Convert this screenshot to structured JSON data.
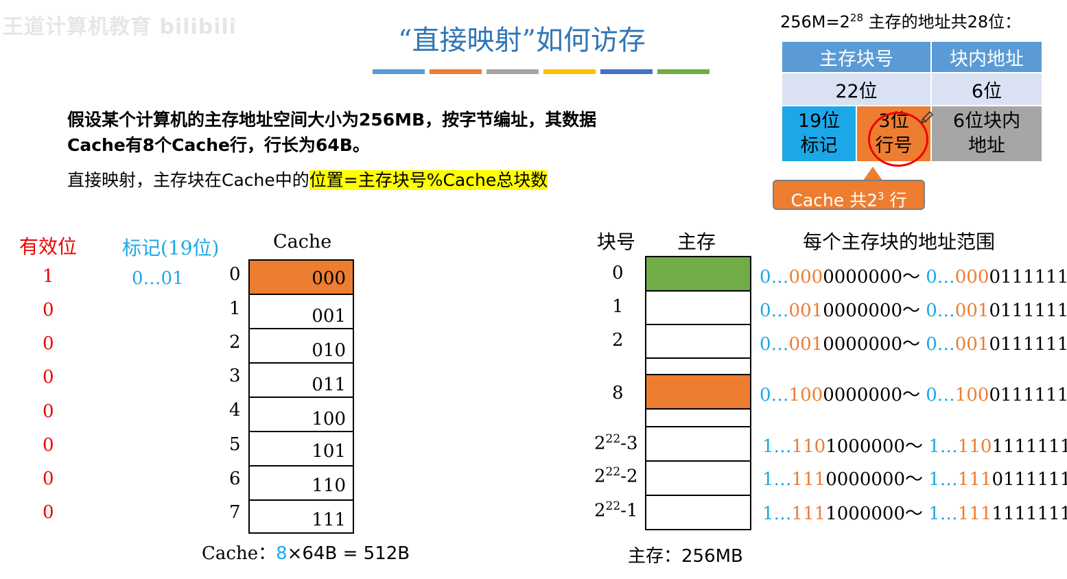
{
  "watermark": "王道计算机教育 bilibili",
  "title": "“直接映射”如何访存",
  "colors": {
    "blue": "#1ca8e8",
    "orange": "#ed7d31",
    "green": "#70ad47",
    "red": "#ee0000",
    "header_blue": "#5b9bd5",
    "highlight": "#ffff00",
    "title_bars": [
      "#5b9bd5",
      "#ed7d31",
      "#a5a5a5",
      "#ffc000",
      "#4472c4",
      "#70ad47"
    ]
  },
  "intro": {
    "line1": "假设某个计算机的主存地址空间大小为256MB，按字节编址，其数据Cache有8个Cache行，行长为64B。",
    "line2_prefix": "直接映射，主存块在Cache中的",
    "line2_highlight": "位置=主存块号%Cache总块数"
  },
  "address": {
    "head_a": "256M=2",
    "head_exp": "28",
    "head_b": " 主存的地址共28位：",
    "hdr_block": "主存块号",
    "hdr_offset": "块内地址",
    "bits_block": "22位",
    "bits_offset": "6位",
    "tag_l1": "19位",
    "tag_l2": "标记",
    "row_l1": "3位",
    "row_l2": "行号",
    "off_l1": "6位块内",
    "off_l2": "地址",
    "callout_a": "Cache 共2",
    "callout_exp": "3",
    "callout_b": " 行",
    "pencil_icon": "pencil-icon"
  },
  "cache": {
    "valid_label": "有效位",
    "tag_label": "标记(19位)",
    "title": "Cache",
    "valid_bits": [
      "1",
      "0",
      "0",
      "0",
      "0",
      "0",
      "0",
      "0"
    ],
    "tag_value": "0…01",
    "rows": [
      {
        "index": "0",
        "code": "000"
      },
      {
        "index": "1",
        "code": "001"
      },
      {
        "index": "2",
        "code": "010"
      },
      {
        "index": "3",
        "code": "011"
      },
      {
        "index": "4",
        "code": "100"
      },
      {
        "index": "5",
        "code": "101"
      },
      {
        "index": "6",
        "code": "110"
      },
      {
        "index": "7",
        "code": "111"
      }
    ],
    "caption_a": "Cache：",
    "caption_b": "8",
    "caption_c": "×64B = 512B"
  },
  "memory": {
    "block_label": "块号",
    "mem_label": "主存",
    "range_label": "每个主存块的地址范围",
    "blocks": [
      {
        "num": "0",
        "s1": "0…",
        "m1": "000",
        "e1": "0000000",
        "sep": "～ ",
        "s2": "0…",
        "m2": "000",
        "e2": "0111111"
      },
      {
        "num": "1",
        "s1": "0…",
        "m1": "001",
        "e1": "0000000",
        "sep": "～ ",
        "s2": "0…",
        "m2": "001",
        "e2": "0111111"
      },
      {
        "num": "2",
        "s1": "0…",
        "m1": "001",
        "e1": "0000000",
        "sep": "～ ",
        "s2": "0…",
        "m2": "001",
        "e2": "0111111"
      },
      {
        "num": "8",
        "s1": "0…",
        "m1": "100",
        "e1": "0000000",
        "sep": "～ ",
        "s2": "0…",
        "m2": "100",
        "e2": "0111111"
      },
      {
        "num_base": "2",
        "num_exp": "22",
        "num_suf": "-3",
        "s1": "1…",
        "m1": "110",
        "e1": "1000000",
        "sep": "～ ",
        "s2": "1…",
        "m2": "110",
        "e2": "1111111"
      },
      {
        "num_base": "2",
        "num_exp": "22",
        "num_suf": "-2",
        "s1": "1…",
        "m1": "111",
        "e1": "0000000",
        "sep": "～ ",
        "s2": "1…",
        "m2": "111",
        "e2": "0111111"
      },
      {
        "num_base": "2",
        "num_exp": "22",
        "num_suf": "-1",
        "s1": "1…",
        "m1": "111",
        "e1": "1000000",
        "sep": "～ ",
        "s2": "1…",
        "m2": "111",
        "e2": "1111111"
      }
    ],
    "caption": "主存：256MB"
  }
}
